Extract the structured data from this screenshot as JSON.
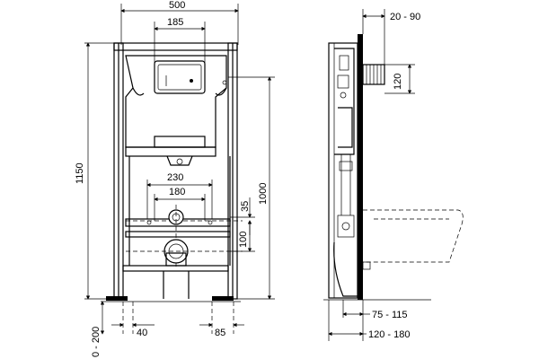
{
  "dimensions": {
    "overall_width": "500",
    "button_plate_width": "185",
    "frame_height": "1150",
    "inlet_height": "1000",
    "bolt_spacing_outer": "230",
    "bolt_spacing_inner": "180",
    "outlet_offset": "35",
    "outlet_height": "100",
    "foot_range": "0 - 200",
    "foot_offset": "40",
    "foot_width": "85",
    "wall_gap": "20 - 90",
    "pipe_height": "120",
    "depth_short": "75 - 115",
    "depth_long": "120 - 180"
  }
}
